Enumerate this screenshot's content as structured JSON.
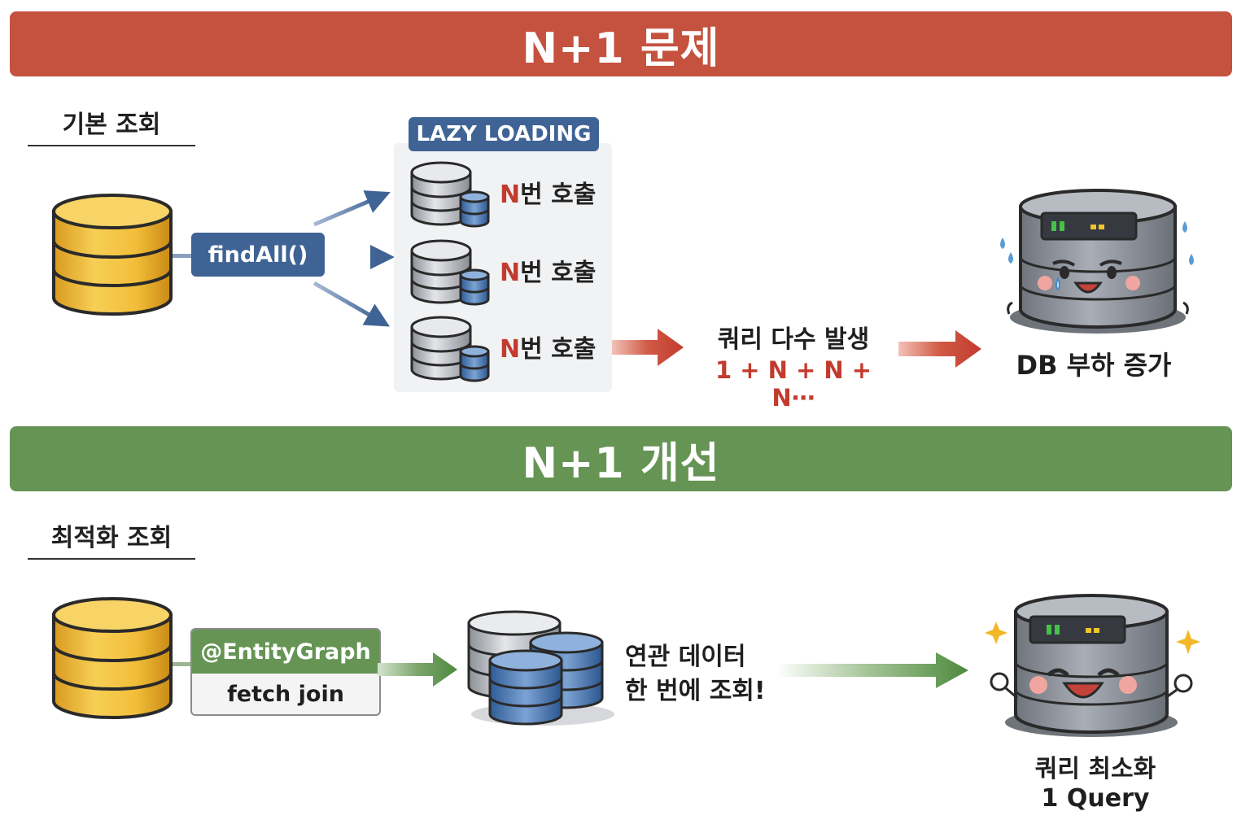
{
  "problem": {
    "banner_title": "N+1 문제",
    "section_label": "기본 조회",
    "method_label": "findAll()",
    "lazy_title": "LAZY LOADING",
    "calls": [
      {
        "n": "N",
        "text": "번 호출"
      },
      {
        "n": "N",
        "text": "번 호출"
      },
      {
        "n": "N",
        "text": "번 호출"
      }
    ],
    "query_count_label": "쿼리 다수 발생",
    "query_formula": "1 + N + N + N⋯",
    "result_label": "DB 부하 증가"
  },
  "solution": {
    "banner_title": "N+1 개선",
    "section_label": "최적화 조회",
    "method_top": "@EntityGraph",
    "method_bottom": "fetch join",
    "desc_line1": "연관 데이터",
    "desc_line2": "한 번에 조회!",
    "result_line1": "쿼리 최소화",
    "result_line2": "1 Query"
  },
  "colors": {
    "red_banner": "#c4523f",
    "green_banner": "#659454",
    "blue_pill": "#3f6394",
    "accent_red": "#c23b2e"
  }
}
